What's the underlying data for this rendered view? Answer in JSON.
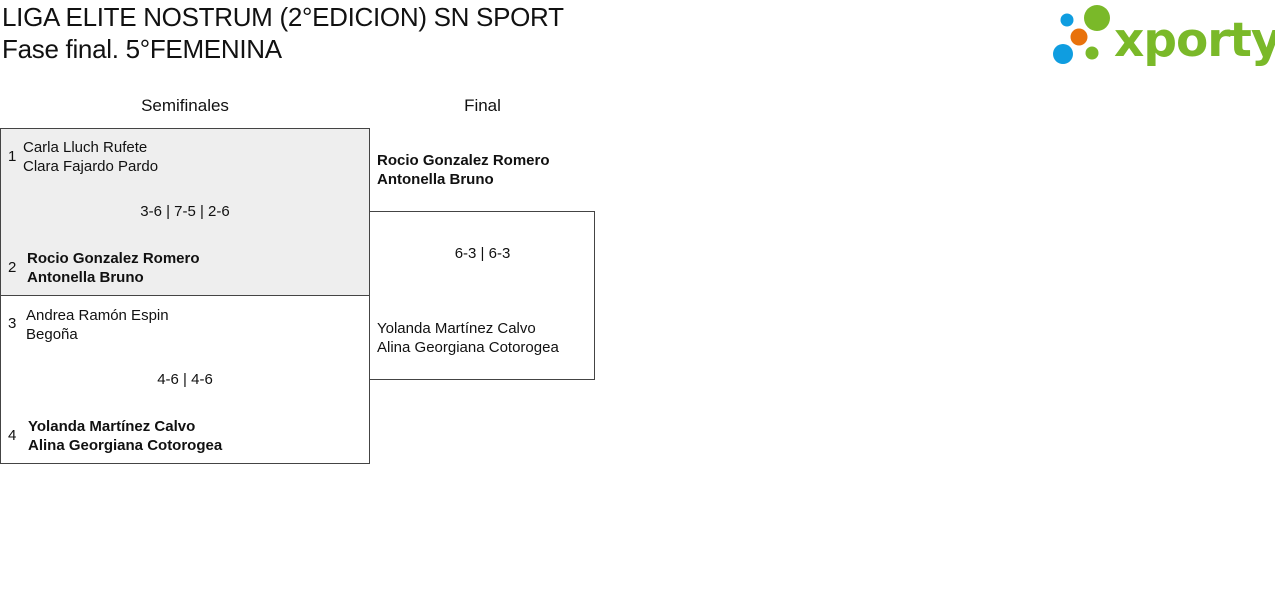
{
  "header": {
    "title_line1": "LIGA ELITE NOSTRUM (2°EDICION) SN SPORT",
    "title_line2": "Fase final. 5°FEMENINA",
    "logo_text": "xporty"
  },
  "rounds": [
    "Semifinales",
    "Final"
  ],
  "semifinals": [
    {
      "seed_a": "1",
      "team_a": [
        "Carla Lluch Rufete",
        "Clara Fajardo Pardo"
      ],
      "score": "3-6 | 7-5 | 2-6",
      "seed_b": "2",
      "team_b": [
        "Rocio Gonzalez Romero",
        "Antonella Bruno"
      ],
      "winner": "b"
    },
    {
      "seed_a": "3",
      "team_a": [
        "Andrea Ramón Espin",
        "Begoña"
      ],
      "score": "4-6 | 4-6",
      "seed_b": "4",
      "team_b": [
        "Yolanda Martínez Calvo",
        "Alina Georgiana Cotorogea"
      ],
      "winner": "b"
    }
  ],
  "final": {
    "team_a": [
      "Rocio Gonzalez Romero",
      "Antonella Bruno"
    ],
    "score": "6-3 | 6-3",
    "team_b": [
      "Yolanda Martínez Calvo",
      "Alina Georgiana Cotorogea"
    ],
    "winner": "a"
  },
  "colors": {
    "logo_green": "#7ab929",
    "logo_blue": "#0f9de0",
    "logo_orange": "#e8720c",
    "highlight_bg": "#eeeeee"
  }
}
